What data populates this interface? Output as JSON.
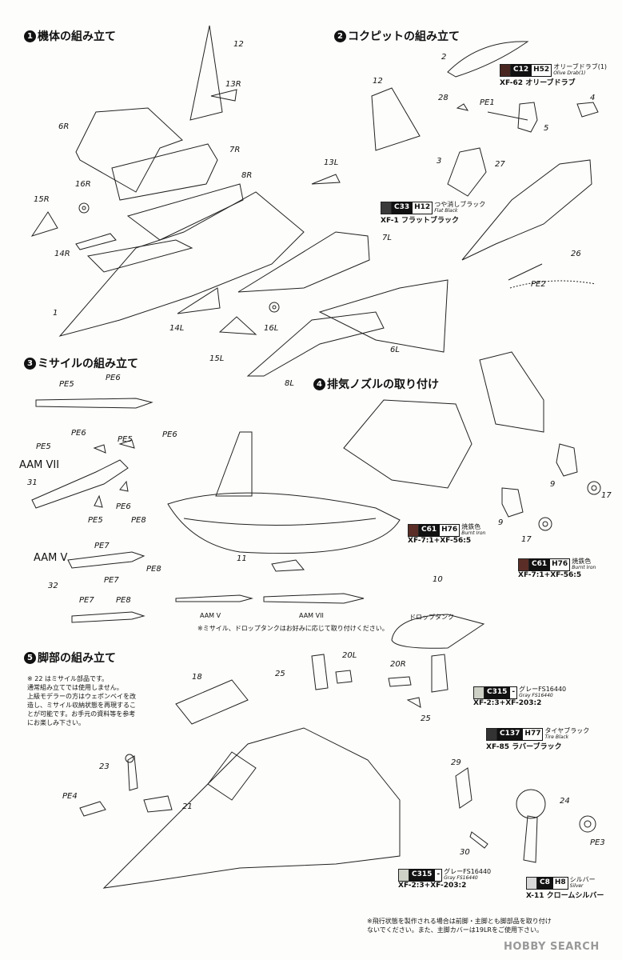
{
  "steps": [
    {
      "num": "1",
      "title": "機体の組み立て"
    },
    {
      "num": "2",
      "title": "コクピットの組み立て"
    },
    {
      "num": "3",
      "title": "ミサイルの組み立て"
    },
    {
      "num": "4",
      "title": "排気ノズルの取り付け"
    },
    {
      "num": "5",
      "title": "脚部の組み立て"
    }
  ],
  "parts": {
    "p12a": "12",
    "p13R": "13R",
    "p6R": "6R",
    "p7R": "7R",
    "p16R": "16R",
    "p15R": "15R",
    "p8R": "8R",
    "p14R": "14R",
    "p1": "1",
    "p14L": "14L",
    "p16L": "16L",
    "p15L": "15L",
    "p13L": "13L",
    "p7L": "7L",
    "p12b": "12",
    "p6L": "6L",
    "p8L": "8L",
    "p2": "2",
    "pPE1": "PE1",
    "p28": "28",
    "p4": "4",
    "p5": "5",
    "p3": "3",
    "p27": "27",
    "p26": "26",
    "pPE2": "PE2",
    "mPE5a": "PE5",
    "mPE6a": "PE6",
    "mPE6b": "PE6",
    "mPE5b": "PE5",
    "mPE5c": "PE5",
    "mPE6c": "PE6",
    "mAAM7": "AAM VII",
    "m31": "31",
    "mPE6d": "PE6",
    "mPE5d": "PE5",
    "mPE8a": "PE8",
    "mAAM5": "AAM V",
    "mPE7a": "PE7",
    "mPE8b": "PE8",
    "m32": "32",
    "mPE7b": "PE7",
    "mPE7c": "PE7",
    "mPE8c": "PE8",
    "n11": "11",
    "n10": "10",
    "nDrop": "ドロップタンク",
    "nAAM5": "AAM V",
    "nAAM7": "AAM VII",
    "n9a": "9",
    "n17a": "17",
    "n9b": "9",
    "n17b": "17",
    "g18": "18",
    "g25a": "25",
    "g20L": "20L",
    "g20R": "20R",
    "g25b": "25",
    "g23": "23",
    "gPE4": "PE4",
    "g21": "21",
    "g29": "29",
    "g24": "24",
    "g30": "30",
    "gPE3": "PE3"
  },
  "colors": [
    {
      "id": "c12",
      "code": "C12",
      "hcode": "H52",
      "name": "オリーブドラブ(1)",
      "en": "Olive Drab(1)",
      "mix": "XF-62 オリーブドラブ",
      "swatch": "#4a2620"
    },
    {
      "id": "c33",
      "code": "C33",
      "hcode": "H12",
      "name": "つや消しブラック",
      "en": "Flat Black",
      "mix": "XF-1 フラットブラック",
      "swatch": "#3a3a3a"
    },
    {
      "id": "c61a",
      "code": "C61",
      "hcode": "H76",
      "name": "焼鉄色",
      "en": "Burnt Iron",
      "mix": "XF-7:1+XF-56:5",
      "swatch": "#5a2e26"
    },
    {
      "id": "c61b",
      "code": "C61",
      "hcode": "H76",
      "name": "焼鉄色",
      "en": "Burnt Iron",
      "mix": "XF-7:1+XF-56:5",
      "swatch": "#5a2e26"
    },
    {
      "id": "c315a",
      "code": "C315",
      "hcode": "-",
      "name": "グレーFS16440",
      "en": "Gray FS16440",
      "mix": "XF-2:3+XF-203:2",
      "swatch": "#cdd1c6"
    },
    {
      "id": "c137",
      "code": "C137",
      "hcode": "H77",
      "name": "タイヤブラック",
      "en": "Tire Black",
      "mix": "XF-85 ラバーブラック",
      "swatch": "#333333"
    },
    {
      "id": "c315b",
      "code": "C315",
      "hcode": "-",
      "name": "グレーFS16440",
      "en": "Gray FS16440",
      "mix": "XF-2:3+XF-203:2",
      "swatch": "#cdd1c6"
    },
    {
      "id": "c8",
      "code": "C8",
      "hcode": "H8",
      "name": "シルバー",
      "en": "Silver",
      "mix": "X-11 クロームシルバー",
      "swatch": "#d8d8d8"
    }
  ],
  "notes": {
    "missile": "※ミサイル、ドロップタンクはお好みに応じて取り付けください。",
    "part22": [
      "※ 22 はミサイル部品です。",
      "通常組み立てでは使用しません。",
      "上級モデラーの方はウェポンベイを改",
      "造し、ミサイル収納状態を再現するこ",
      "とが可能です。お手元の資料等を参考",
      "にお楽しみ下さい。"
    ],
    "flight": [
      "※飛行状態を製作される場合は前脚・主脚とも脚部品を取り付け",
      "ないでください。また、主脚カバーは19LRをご使用下さい。"
    ]
  },
  "watermark": "HOBBY SEARCH"
}
